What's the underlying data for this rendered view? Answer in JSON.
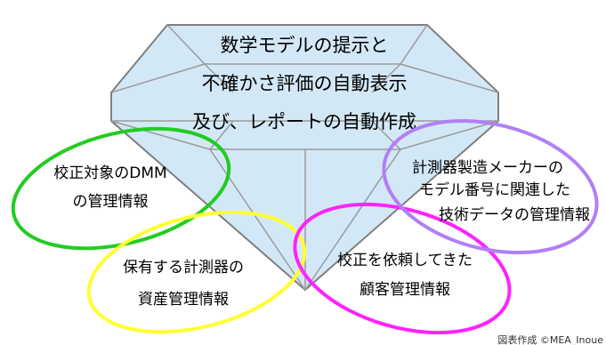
{
  "gem": {
    "line1": "数学モデルの提示と",
    "line2": "不確かさ評価の自動表示",
    "line3": "及び、レポートの自動作成"
  },
  "bubbles": {
    "green": {
      "line1": "校正対象のDMM",
      "line2": "の管理情報"
    },
    "yellow": {
      "line1": "保有する計測器の",
      "line2": "資産管理情報"
    },
    "magenta": {
      "line1": "校正を依頼してきた",
      "line2": "顧客管理情報"
    },
    "purple": {
      "line1": "計測器製造メーカーの",
      "line2": "モデル番号に関連した",
      "line3": "技術データの管理情報"
    }
  },
  "credit": "図表作成 ©MEA_Inoue",
  "colors": {
    "gem_fill": "#d3e8f7",
    "gem_stroke": "#7f7f7f",
    "green": "#22cc22",
    "yellow": "#ffff33",
    "magenta": "#ff22ff",
    "purple": "#b27ff7"
  }
}
